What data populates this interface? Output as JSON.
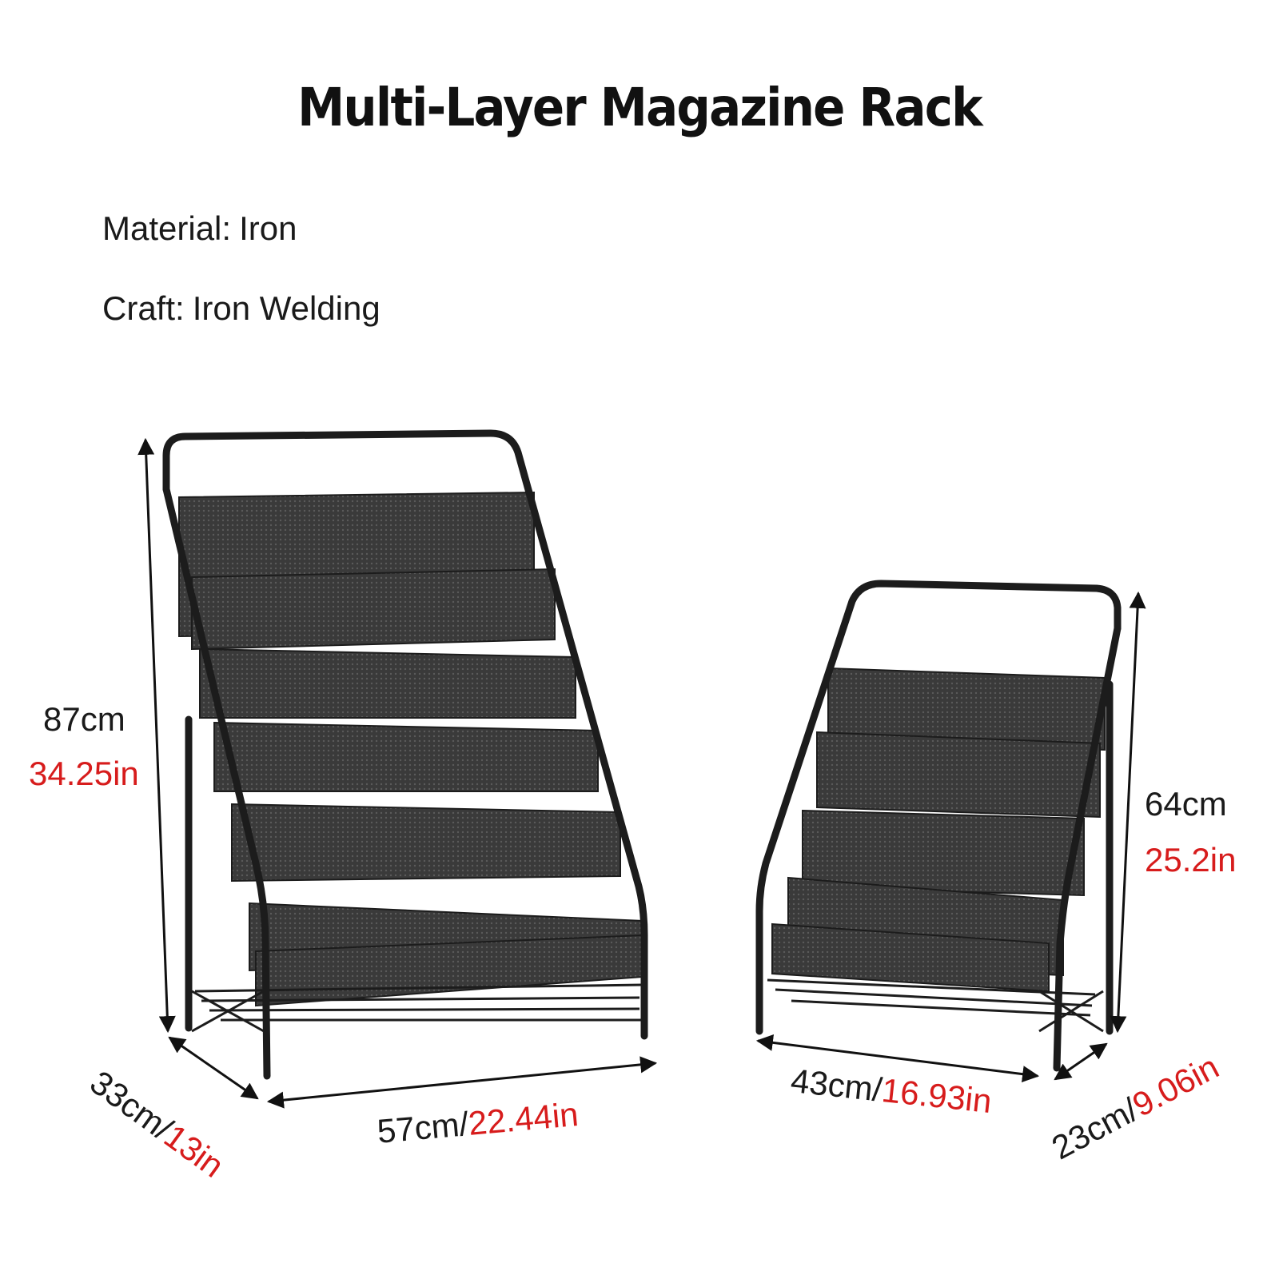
{
  "title": "Multi-Layer Magazine Rack",
  "specs": {
    "material_label": "Material:",
    "material_value": "Iron",
    "craft_label": "Craft:",
    "craft_value": "Iron Welding"
  },
  "large_rack": {
    "height_cm": "87cm",
    "height_in": "34.25in",
    "depth_cm": "33cm/",
    "depth_in": "13in",
    "width_cm": "57cm/",
    "width_in": "22.44in"
  },
  "small_rack": {
    "height_cm": "64cm",
    "height_in": "25.2in",
    "width_cm": "43cm/",
    "width_in": "16.93in",
    "depth_cm": "23cm/",
    "depth_in": "9.06in"
  },
  "colors": {
    "text": "#111111",
    "inch_text": "#d71c1c",
    "rack_frame": "#1c1c1c",
    "mesh_panel": "#3a3a3a"
  }
}
